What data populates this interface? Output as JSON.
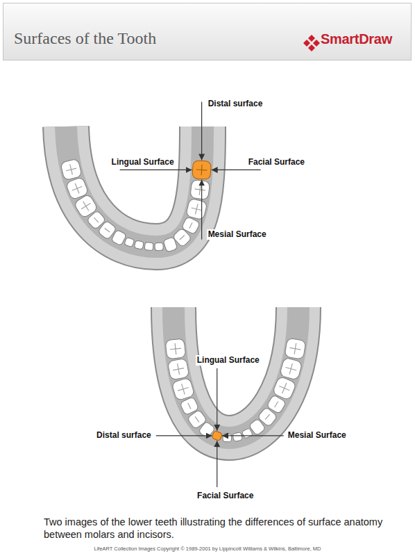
{
  "diagram": {
    "title": "Surfaces of the Tooth",
    "caption": "Two images of the lower teeth illustrating the differences of surface anatomy between molars and incisors.",
    "labels": [
      "SmartDraw",
      "Distal surface",
      "Lingual Surface",
      "Facial Surface",
      "Mesial Surface",
      "Lingual Surface",
      "Distal surface",
      "Mesial Surface",
      "Facial Surface",
      "LifeART Collection Images Copyright © 1989-2001 by Lippincott Williams & Wilkins, Baltimore, MD"
    ]
  }
}
